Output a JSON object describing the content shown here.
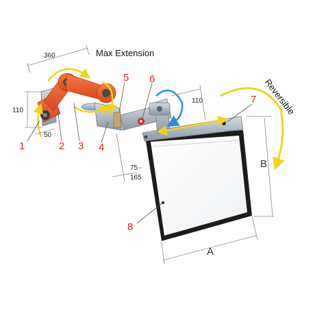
{
  "title": "Max Extension",
  "dimensions": {
    "extension": "360",
    "arm_height": "110",
    "base_offset": "50",
    "slide": "110",
    "adjust_top": "75 -",
    "adjust_bottom": "165",
    "width_letter": "A",
    "height_letter": "B"
  },
  "reversible_label": "Reversible",
  "callouts": [
    "1",
    "2",
    "3",
    "4",
    "5",
    "6",
    "7",
    "8"
  ],
  "colors": {
    "arm": "#ef5a24",
    "arm_dark": "#c8431a",
    "metal": "#a9b3bf",
    "metal_dark": "#6f7a86",
    "frame": "#1c1c1c",
    "arrow_yellow": "#f2d21f",
    "arrow_blue": "#2a8fd6",
    "callout_red": "#d22222"
  }
}
